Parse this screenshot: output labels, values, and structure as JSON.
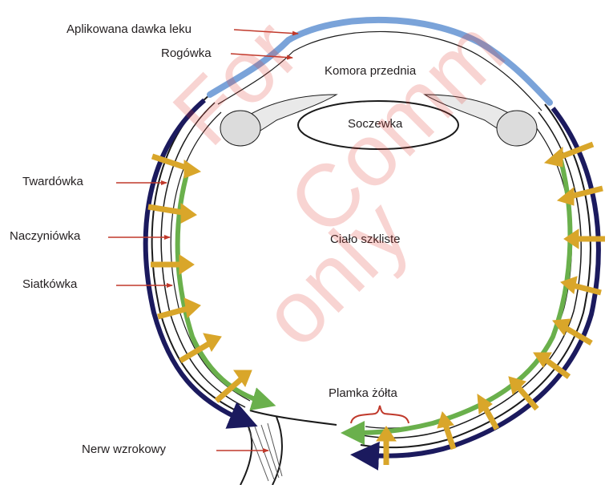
{
  "labels": {
    "applied_dose": "Aplikowana dawka leku",
    "cornea": "Rogówka",
    "anterior_chamber": "Komora przednia",
    "lens": "Soczewka",
    "sclera": "Twardówka",
    "choroid": "Naczyniówka",
    "retina": "Siatkówka",
    "vitreous_body": "Ciało szkliste",
    "macula": "Plamka żółta",
    "optic_nerve": "Nerw wzrokowy"
  },
  "watermark": {
    "line1": "For",
    "line2": "Comm",
    "line3": "only"
  },
  "colors": {
    "dose_layer": "#7aa3d9",
    "outer_arrow": "#1b1a5e",
    "inner_arrow": "#6ab04c",
    "penetration_arrow": "#d9a62a",
    "leader_line": "#c0392b",
    "outline": "#1a1a1a"
  }
}
